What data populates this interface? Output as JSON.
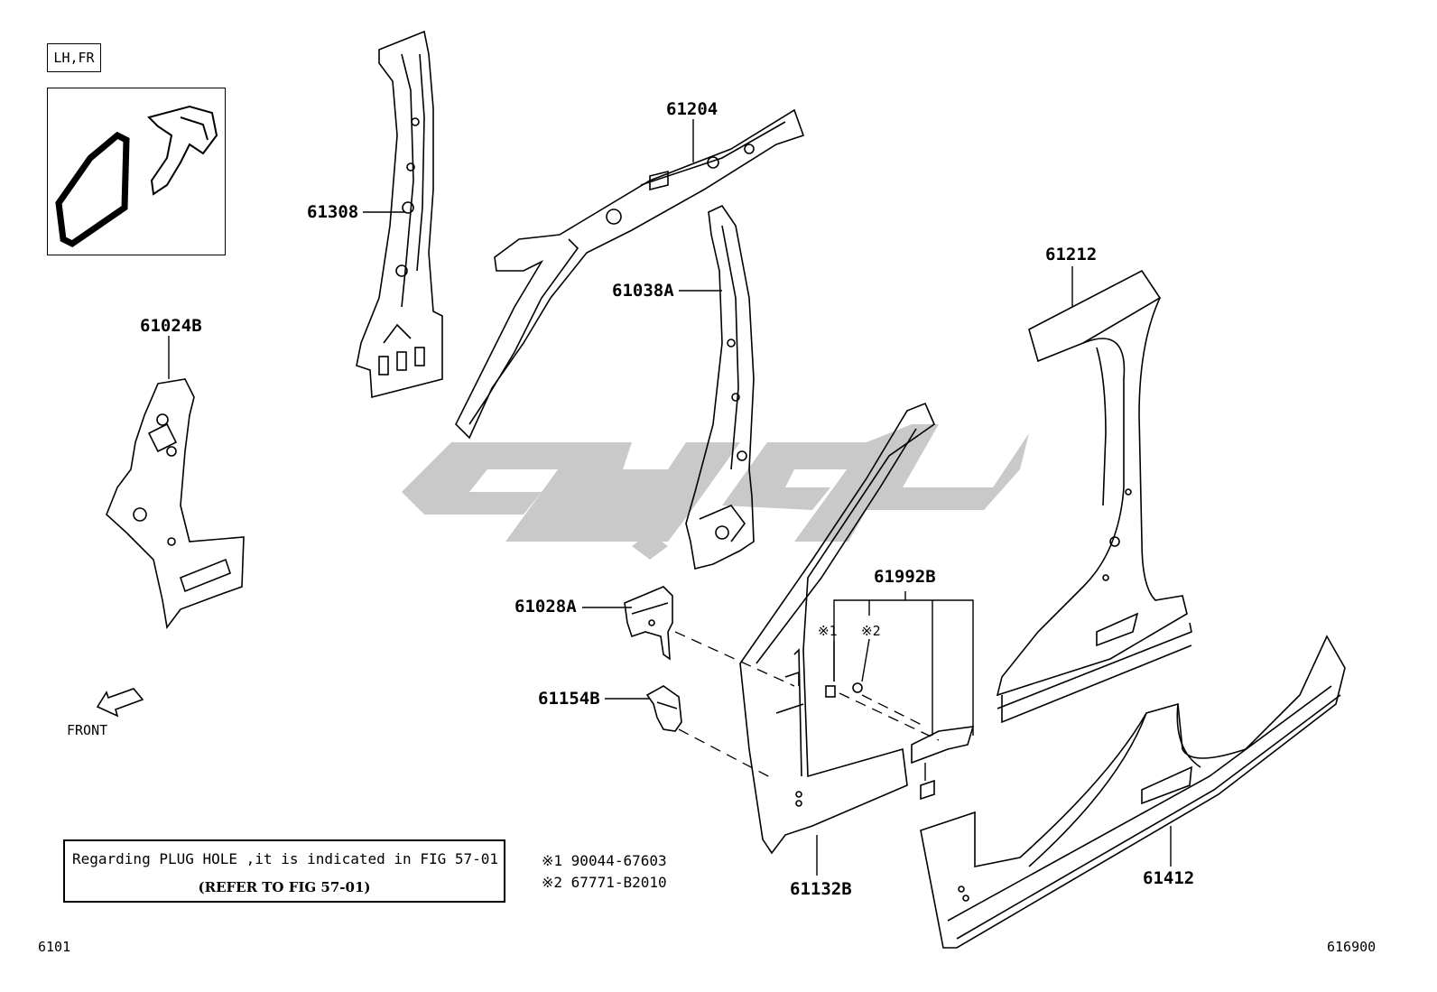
{
  "badge": "LH,FR",
  "labels": {
    "p61308": "61308",
    "p61204": "61204",
    "p61038A": "61038A",
    "p61212": "61212",
    "p61024B": "61024B",
    "p61992B": "61992B",
    "p61028A": "61028A",
    "p61154B": "61154B",
    "p61132B": "61132B",
    "p61412": "61412",
    "mark1": "※1",
    "mark2": "※2"
  },
  "front_label": "FRONT",
  "note": {
    "line1": "Regarding PLUG HOLE ,it is indicated in FIG 57-01",
    "line2": "(REFER TO FIG 57-01)"
  },
  "footnotes": {
    "fn1": "※1 90044-67603",
    "fn2": "※2 67771-B2010"
  },
  "page_left": "6101",
  "page_right": "616900",
  "colors": {
    "watermark": "#c9c9c9",
    "line": "#000000"
  }
}
